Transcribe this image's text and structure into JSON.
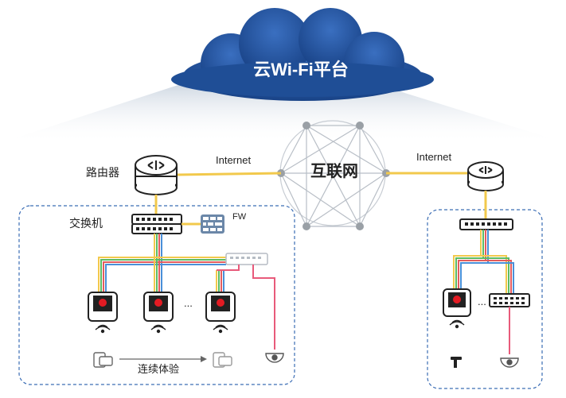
{
  "cloud": {
    "label": "云Wi-Fi平台"
  },
  "internet_hub": {
    "label": "互联网"
  },
  "links": {
    "left_internet_label": "Internet",
    "right_internet_label": "Internet"
  },
  "left_site": {
    "router_label": "路由器",
    "switch_label": "交换机",
    "firewall_label": "FW",
    "ap_ellipsis": "...",
    "roaming_label": "连续体验"
  },
  "right_site": {
    "ap_ellipsis": "..."
  },
  "colors": {
    "cloud_blue": "#1f4e96",
    "router_blue": "#2d5ea8",
    "link_yellow": "#f2c94c",
    "poe_green": "#5dbb63",
    "poe_blue": "#4a90d9",
    "poe_red": "#e35d5d",
    "camera_link_pink": "#e85a7a",
    "dashed_border": "#3b6db5",
    "hub_gray": "#9aa0a6"
  },
  "icons": [
    "cloud-icon",
    "router-icon",
    "switch-icon",
    "firewall-icon",
    "access-point-icon",
    "wifi-signal-icon",
    "tablet-icon",
    "camera-icon",
    "desk-lamp-icon"
  ]
}
